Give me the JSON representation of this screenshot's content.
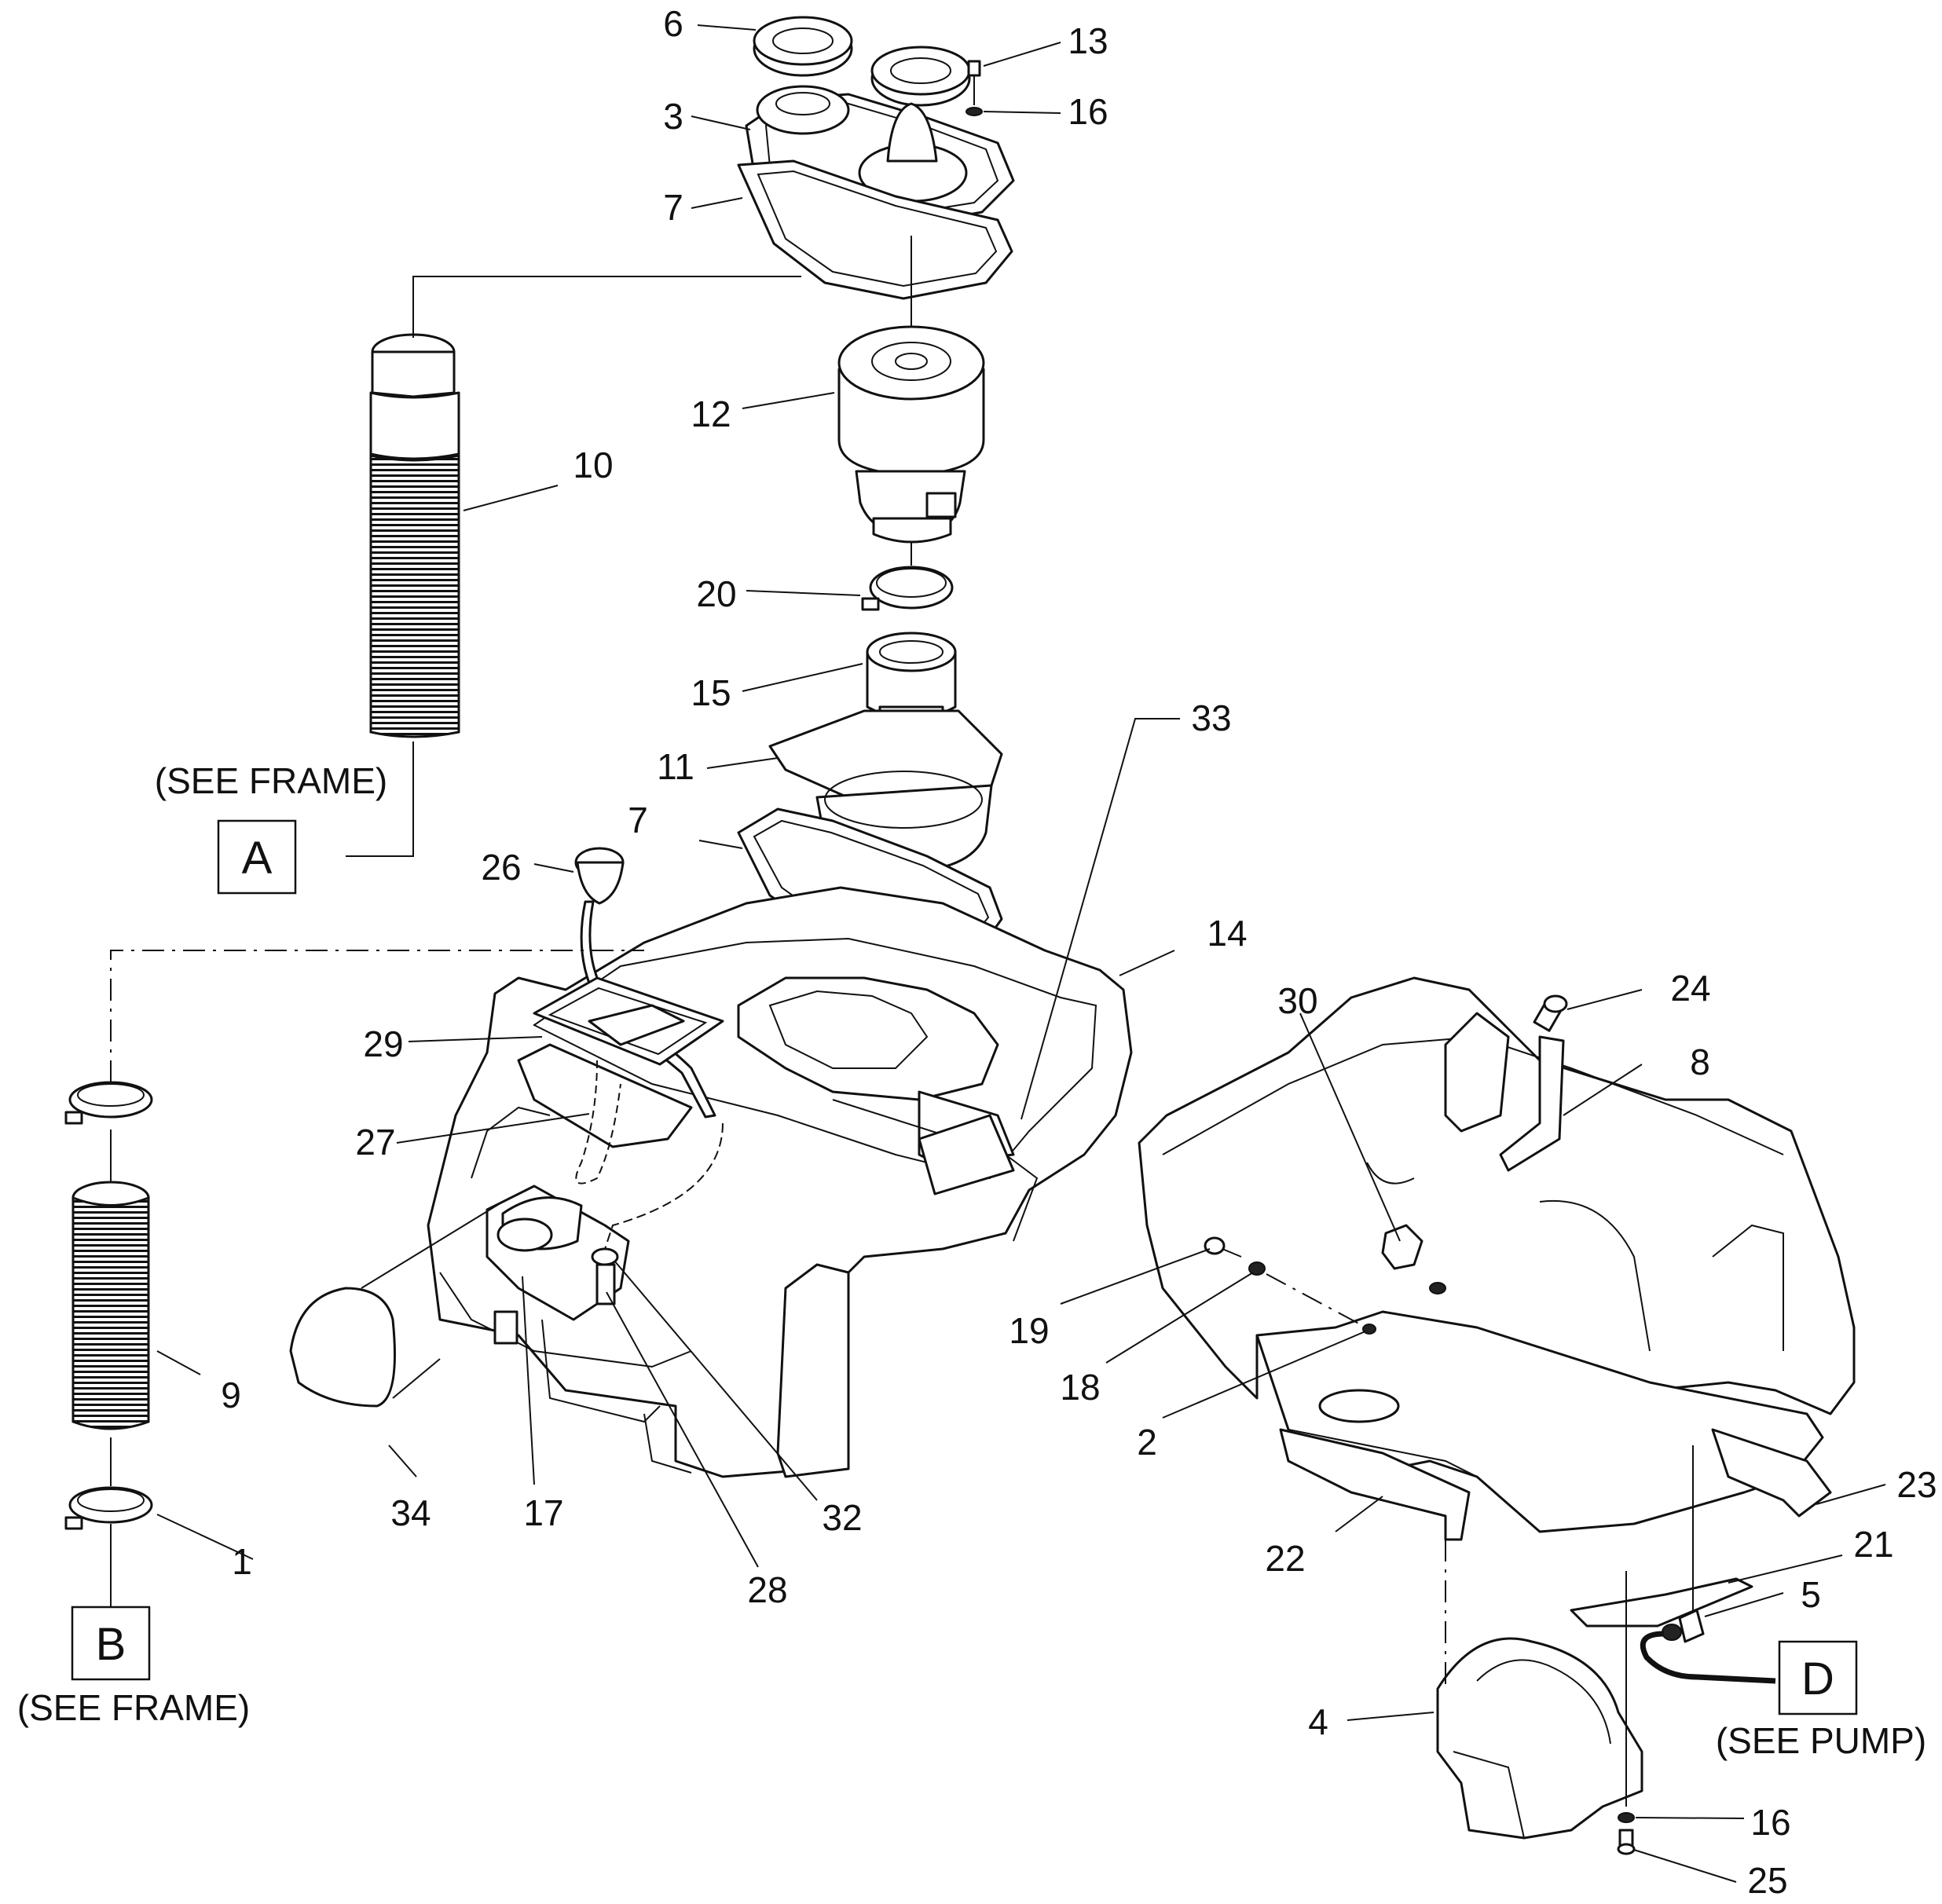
{
  "callouts": {
    "c1": "1",
    "c2": "2",
    "c3": "3",
    "c4": "4",
    "c5": "5",
    "c6": "6",
    "c7a": "7",
    "c7b": "7",
    "c8": "8",
    "c9": "9",
    "c10": "10",
    "c11": "11",
    "c12": "12",
    "c13": "13",
    "c14": "14",
    "c15": "15",
    "c16a": "16",
    "c16b": "16",
    "c17": "17",
    "c18": "18",
    "c19": "19",
    "c20": "20",
    "c21": "21",
    "c22": "22",
    "c23": "23",
    "c24": "24",
    "c25": "25",
    "c26": "26",
    "c27": "27",
    "c28": "28",
    "c29": "29",
    "c30": "30",
    "c32": "32",
    "c33": "33",
    "c34": "34"
  },
  "references": {
    "a": {
      "letter": "A",
      "note": "(SEE FRAME)"
    },
    "b": {
      "letter": "B",
      "note": "(SEE FRAME)"
    },
    "d": {
      "letter": "D",
      "note": "(SEE PUMP)"
    }
  }
}
